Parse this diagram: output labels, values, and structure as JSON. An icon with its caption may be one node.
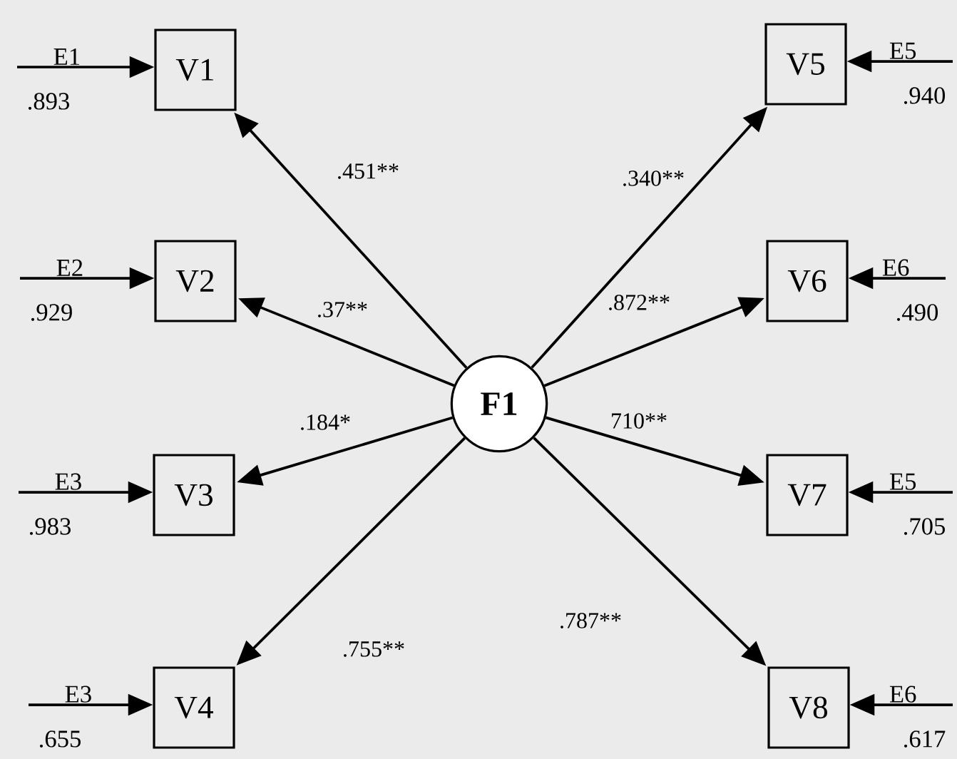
{
  "diagram": {
    "nodes": [
      {
        "text": [
          "F1"
        ]
      },
      {
        "text": [
          "V1"
        ]
      },
      {
        "text": [
          "V2"
        ]
      },
      {
        "text": [
          "V3"
        ]
      },
      {
        "text": [
          "V4"
        ]
      },
      {
        "text": [
          "V5"
        ]
      },
      {
        "text": [
          "V6"
        ]
      },
      {
        "text": [
          "V7"
        ]
      },
      {
        "text": [
          "V8"
        ]
      },
      {
        "text": [
          "E1"
        ],
        "beside": [
          ".893"
        ]
      },
      {
        "text": [
          "E2"
        ],
        "beside": [
          ".929"
        ]
      },
      {
        "text": [
          "E3"
        ],
        "beside": [
          ".983"
        ]
      },
      {
        "text": [
          "E3"
        ],
        "beside": [
          ".655"
        ]
      },
      {
        "text": [
          "E5"
        ],
        "beside": [
          ".940"
        ]
      },
      {
        "text": [
          "E6"
        ],
        "beside": [
          ".490"
        ]
      },
      {
        "text": [
          "E5"
        ],
        "beside": [
          ".705"
        ]
      },
      {
        "text": [
          "E6"
        ],
        "beside": [
          ".617"
        ]
      }
    ],
    "edges": [
      {
        "from": 0,
        "to": 1,
        "arrow": "to",
        "label": ".451**"
      },
      {
        "from": 0,
        "to": 2,
        "arrow": "to",
        "label": ".37**"
      },
      {
        "from": 0,
        "to": 3,
        "arrow": "to",
        "label": ".184*"
      },
      {
        "from": 0,
        "to": 4,
        "arrow": "to",
        "label": ".755**"
      },
      {
        "from": 0,
        "to": 5,
        "arrow": "to",
        "label": ".340**"
      },
      {
        "from": 0,
        "to": 6,
        "arrow": "to",
        "label": ".872**"
      },
      {
        "from": 0,
        "to": 7,
        "arrow": "to",
        "label": "710**"
      },
      {
        "from": 0,
        "to": 8,
        "arrow": "to",
        "label": ".787**"
      },
      {
        "from": 9,
        "to": 1,
        "arrow": "to"
      },
      {
        "from": 10,
        "to": 2,
        "arrow": "to"
      },
      {
        "from": 11,
        "to": 3,
        "arrow": "to"
      },
      {
        "from": 12,
        "to": 4,
        "arrow": "to"
      },
      {
        "from": 13,
        "to": 5,
        "arrow": "to"
      },
      {
        "from": 14,
        "to": 6,
        "arrow": "to"
      },
      {
        "from": 15,
        "to": 7,
        "arrow": "to"
      },
      {
        "from": 16,
        "to": 8,
        "arrow": "to"
      }
    ]
  }
}
